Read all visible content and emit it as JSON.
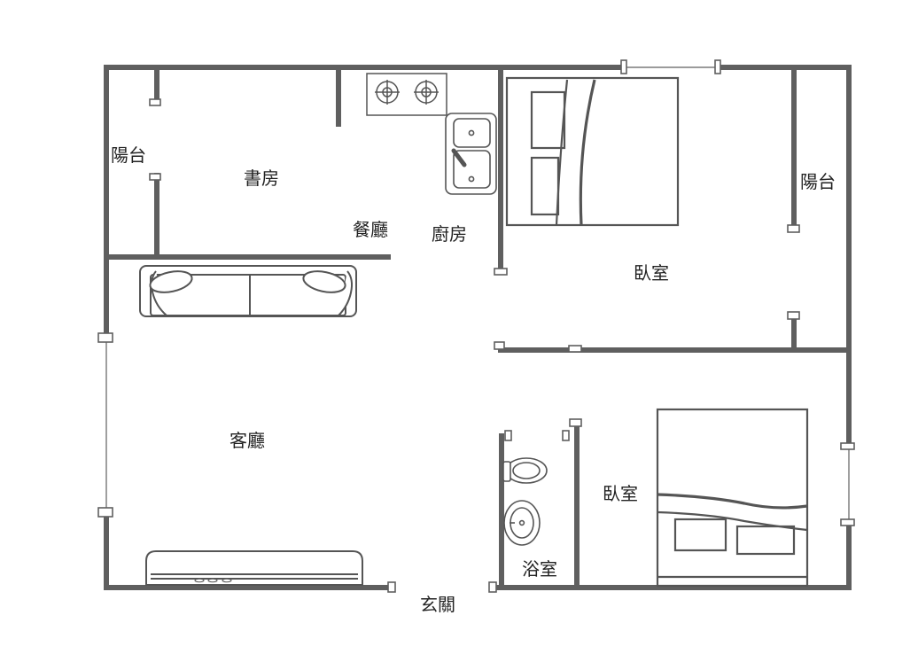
{
  "floorplan": {
    "rooms": [
      {
        "id": "balcony_left",
        "label": "陽台"
      },
      {
        "id": "study",
        "label": "書房"
      },
      {
        "id": "dining",
        "label": "餐廳"
      },
      {
        "id": "kitchen",
        "label": "廚房"
      },
      {
        "id": "bedroom_top",
        "label": "臥室"
      },
      {
        "id": "balcony_right",
        "label": "陽台"
      },
      {
        "id": "living",
        "label": "客廳"
      },
      {
        "id": "bathroom",
        "label": "浴室"
      },
      {
        "id": "bedroom_bottom",
        "label": "臥室"
      },
      {
        "id": "entrance",
        "label": "玄關"
      }
    ],
    "fixtures": [
      "stove-icon",
      "kitchen-sink-icon",
      "double-bed-icon",
      "sofa-icon",
      "tv-cabinet-icon",
      "toilet-icon",
      "wash-basin-icon",
      "double-bed-icon"
    ],
    "colors": {
      "wall": "#5f5f5f",
      "furniture": "#555555",
      "background": "#ffffff"
    }
  }
}
